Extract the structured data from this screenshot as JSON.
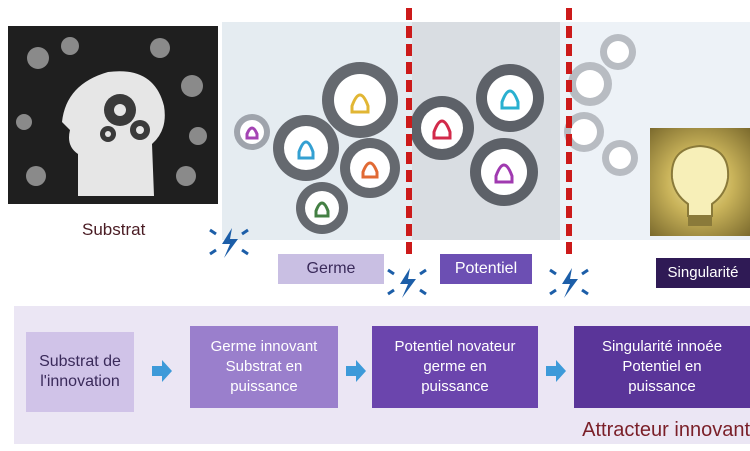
{
  "captions": {
    "substrat": "Substrat",
    "germe": "Germe",
    "potentiel": "Potentiel",
    "singularite": "Singularité"
  },
  "steps": [
    {
      "lines": [
        "Substrat de",
        "l'innovation"
      ]
    },
    {
      "lines": [
        "Germe innovant",
        "Substrat en",
        "puissance"
      ]
    },
    {
      "lines": [
        "Potentiel novateur",
        "germe en",
        "puissance"
      ]
    },
    {
      "lines": [
        "Singularité innoée",
        "Potentiel en",
        "puissance"
      ]
    }
  ],
  "footer_label": "Attracteur innovant",
  "colors": {
    "step1": "#d0c3e8",
    "step2": "#9a7fcc",
    "step3": "#6b45ad",
    "step4": "#5a3599",
    "arrow": "#3d9ad9",
    "dashed_divider": "#cc1a1a",
    "spark": "#1c5ea8"
  },
  "icons": [
    "head-gears-illustration",
    "lightbulb-gears-illustration",
    "glowing-bulb-illustration",
    "lightning-spark-icon",
    "right-arrow-icon"
  ]
}
